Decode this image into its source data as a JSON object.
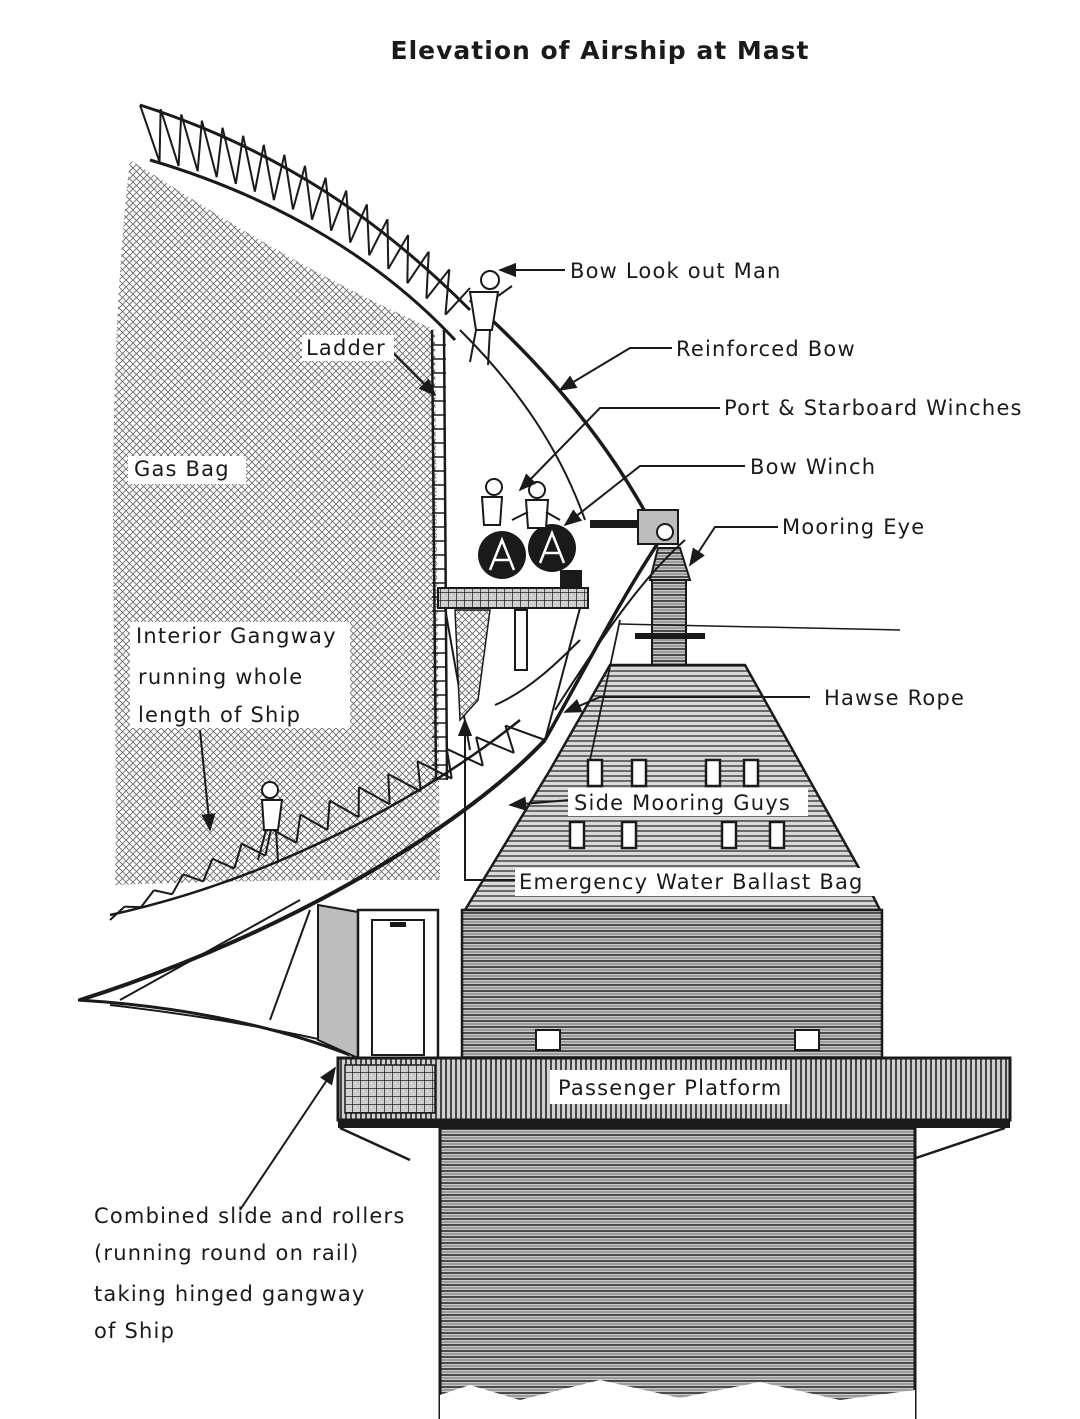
{
  "title": "Elevation of Airship at Mast",
  "labels": {
    "bow_look_out_man": "Bow Look out Man",
    "ladder": "Ladder",
    "reinforced_bow": "Reinforced Bow",
    "port_starboard_winches": "Port & Starboard Winches",
    "gas_bag": "Gas Bag",
    "bow_winch": "Bow Winch",
    "mooring_eye": "Mooring Eye",
    "interior_gangway_1": "Interior Gangway",
    "interior_gangway_2": "running whole",
    "interior_gangway_3": "length of Ship",
    "hawse_rope": "Hawse Rope",
    "side_mooring_guys": "Side Mooring Guys",
    "emergency_ballast": "Emergency Water Ballast Bag",
    "passenger_platform": "Passenger Platform",
    "slide_rollers_1": "Combined slide and rollers",
    "slide_rollers_2": "(running round on rail)",
    "slide_rollers_3": "taking hinged gangway",
    "slide_rollers_4": "of Ship"
  }
}
